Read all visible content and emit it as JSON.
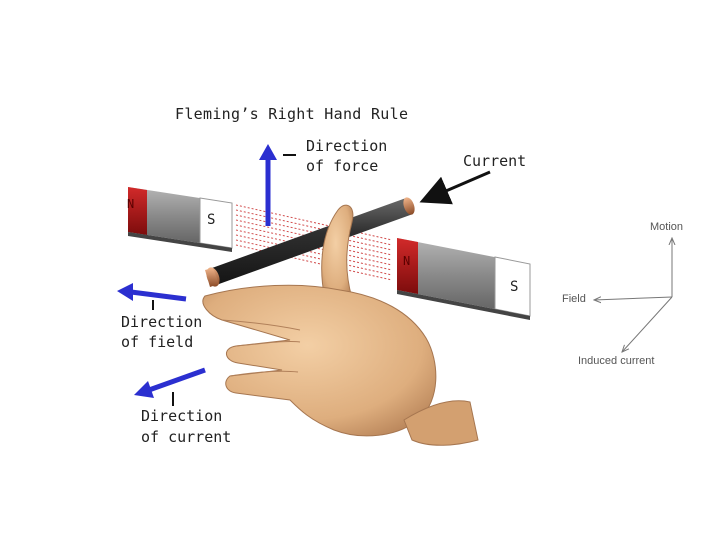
{
  "diagram": {
    "title": "Fleming’s Right Hand Rule",
    "direction_of_force": "Direction\nof force",
    "current_top": "Current",
    "direction_of_field": "Direction\nof field",
    "direction_of_current": "Direction\nof current",
    "magnet_left": {
      "north": "N",
      "south": "S"
    },
    "magnet_right": {
      "north": "N",
      "south": "S"
    }
  },
  "axes_inset": {
    "motion": "Motion",
    "field": "Field",
    "induced_current": "Induced current"
  },
  "colors": {
    "arrow_blue": "#2b2fd0",
    "north_red": "#b01818",
    "magnet_grey": "#8a8a8a",
    "skin": "#e6b98b",
    "rod_dark": "#3a3a3a",
    "copper": "#c9794a",
    "field_lines": "#d04a4a"
  }
}
